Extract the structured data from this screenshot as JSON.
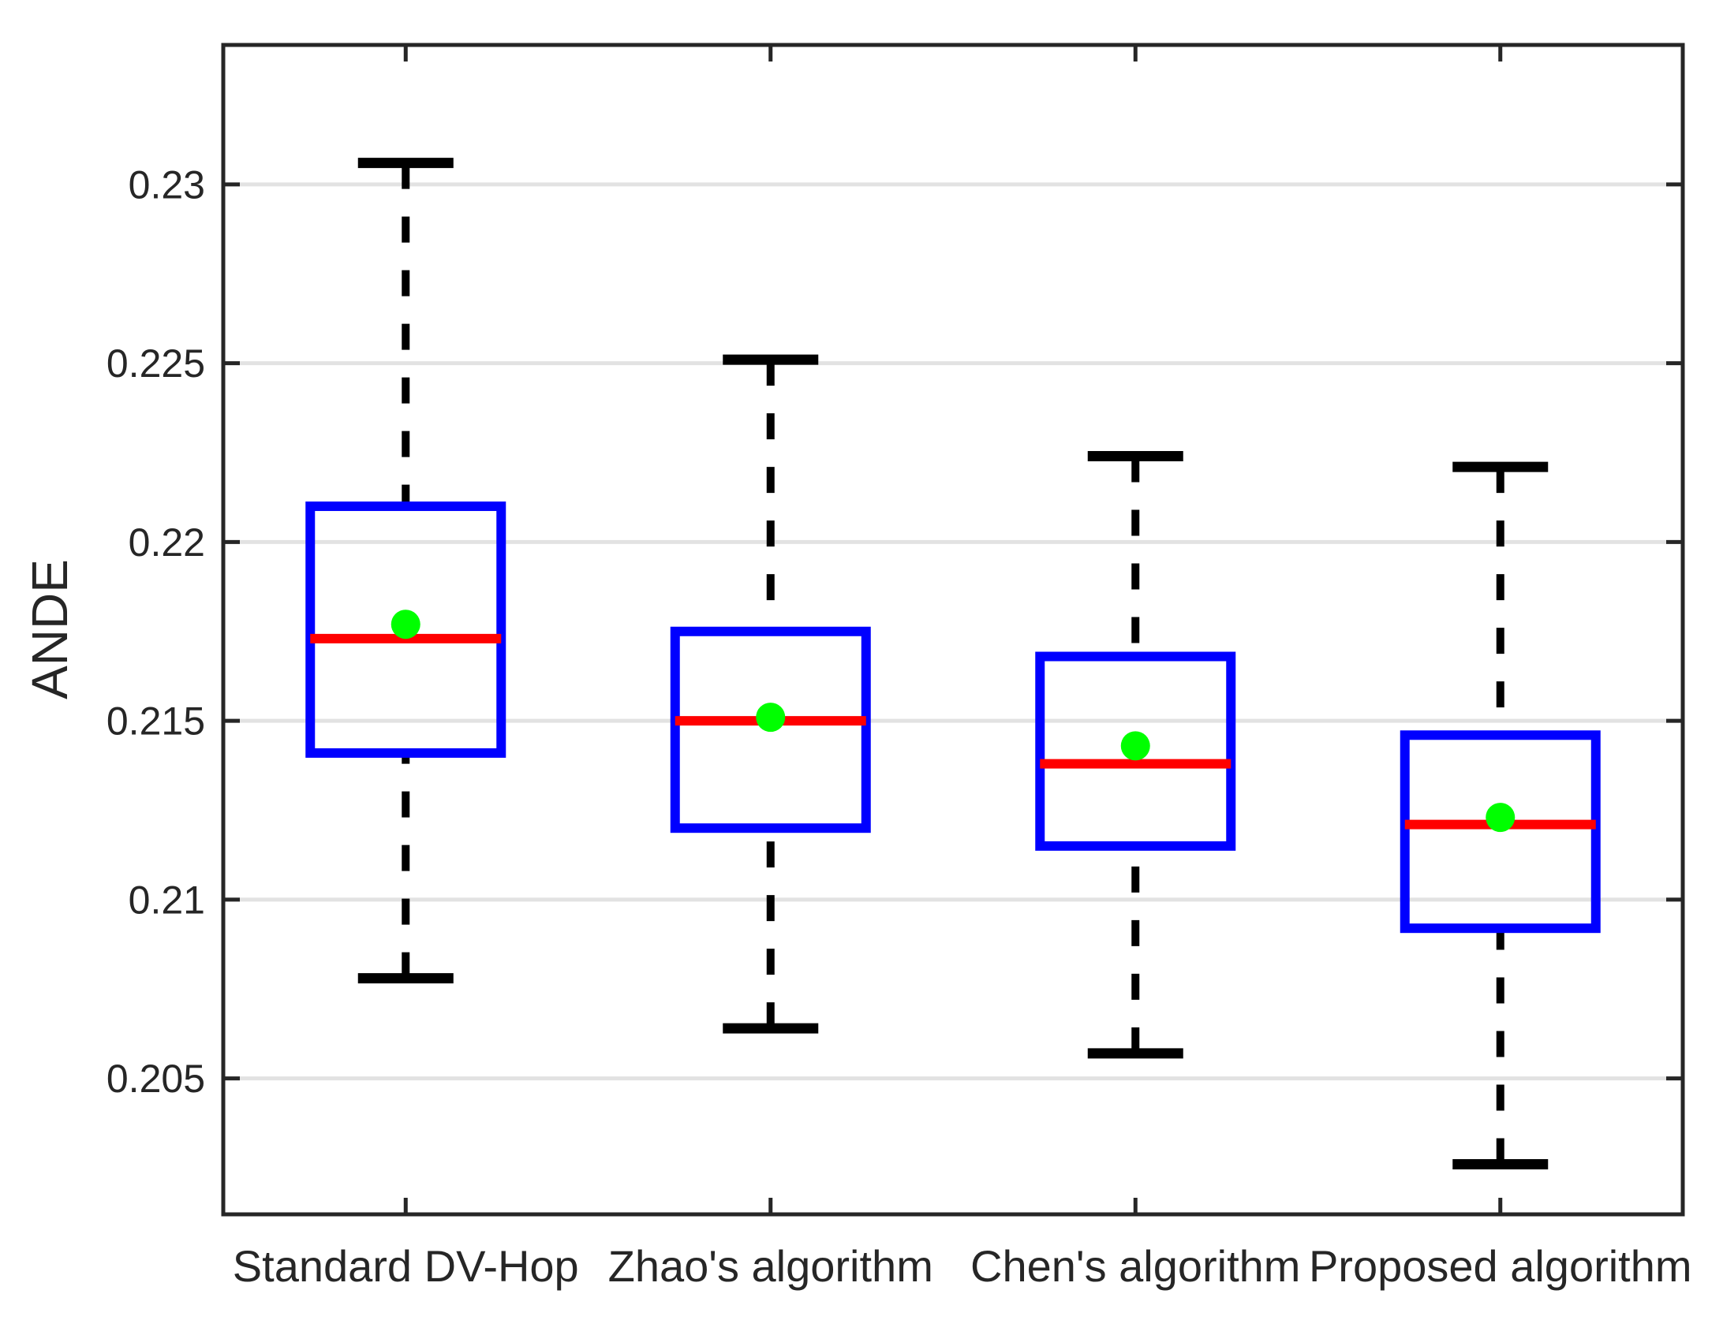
{
  "figure": {
    "background": "#ffffff"
  },
  "chart_data": {
    "type": "boxplot",
    "title": "",
    "xlabel": "",
    "ylabel": "ANDE",
    "categories": [
      "Standard DV-Hop",
      "Zhao's algorithm",
      "Chen's algorithm",
      "Proposed algorithm"
    ],
    "yticks": [
      {
        "value": 0.205,
        "label": "0.205"
      },
      {
        "value": 0.21,
        "label": "0.21"
      },
      {
        "value": 0.215,
        "label": "0.215"
      },
      {
        "value": 0.22,
        "label": "0.22"
      },
      {
        "value": 0.225,
        "label": "0.225"
      },
      {
        "value": 0.23,
        "label": "0.23"
      }
    ],
    "ylim": [
      0.2012,
      0.2339
    ],
    "grid": "horizontal",
    "legend": "none",
    "series": [
      {
        "name": "Standard DV-Hop",
        "whisker_low": 0.2078,
        "q1": 0.2141,
        "median": 0.2173,
        "mean": 0.2177,
        "q3": 0.221,
        "whisker_high": 0.2306
      },
      {
        "name": "Zhao's algorithm",
        "whisker_low": 0.2064,
        "q1": 0.212,
        "median": 0.215,
        "mean": 0.2151,
        "q3": 0.2175,
        "whisker_high": 0.2251
      },
      {
        "name": "Chen's algorithm",
        "whisker_low": 0.2057,
        "q1": 0.2115,
        "median": 0.2138,
        "mean": 0.2143,
        "q3": 0.2168,
        "whisker_high": 0.2224
      },
      {
        "name": "Proposed algorithm",
        "whisker_low": 0.2026,
        "q1": 0.2092,
        "median": 0.2121,
        "mean": 0.2123,
        "q3": 0.2146,
        "whisker_high": 0.2221
      }
    ],
    "colors": {
      "box": "#0000FF",
      "median": "#FF0000",
      "mean": "#00FF00",
      "whisker": "#000000",
      "cap": "#000000",
      "grid": "#E2E2E2",
      "axis": "#262626",
      "tick_label": "#262626"
    }
  }
}
